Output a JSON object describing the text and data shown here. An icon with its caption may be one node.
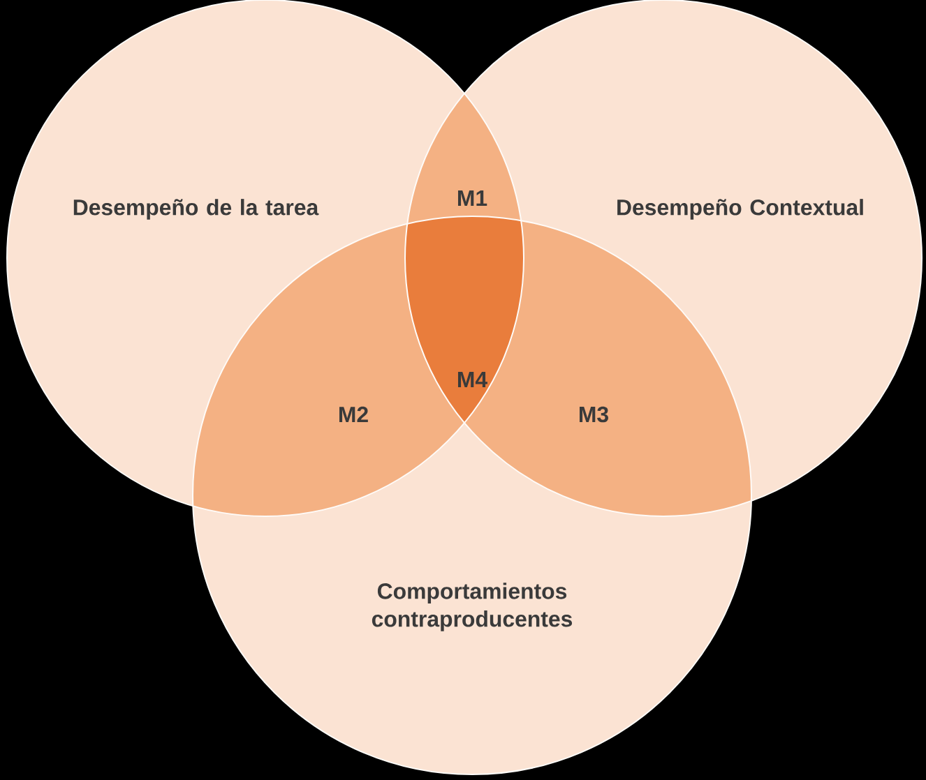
{
  "diagram": {
    "nodes": [
      {
        "text": [
          "Desempeño de la tarea"
        ]
      },
      {
        "text": [
          "Desempeño Contextual"
        ]
      },
      {
        "text": [
          "Comportamientos contraproducentes"
        ]
      }
    ],
    "labels": [
      "M1",
      "M4",
      "M2",
      "M3"
    ]
  }
}
